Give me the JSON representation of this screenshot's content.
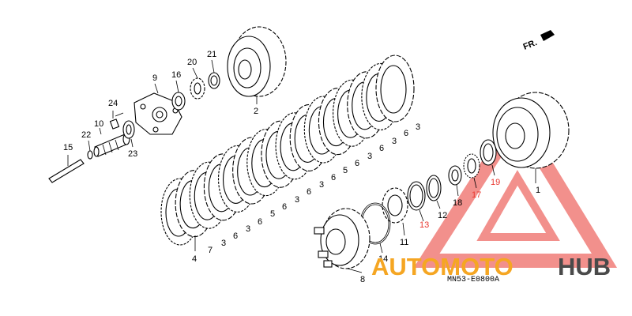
{
  "direction_label": "FR.",
  "drawing_code": "MN53-E0800A",
  "watermark": {
    "part1": "AUTOMOTO",
    "part2": "HUB",
    "color1": "#f5a623",
    "color2": "#4a4a4a",
    "logo_color": "#e9372f"
  },
  "callouts": [
    "1",
    "2",
    "3",
    "4",
    "5",
    "6",
    "7",
    "8",
    "9",
    "10",
    "11",
    "12",
    "13",
    "14",
    "15",
    "16",
    "17",
    "18",
    "19",
    "20",
    "21",
    "22",
    "23",
    "24"
  ],
  "highlight_callouts": [
    "13",
    "17",
    "19"
  ]
}
